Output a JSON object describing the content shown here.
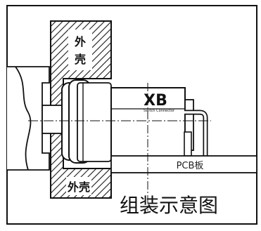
{
  "labels": {
    "housing_top": "外壳",
    "housing_bottom": "外壳",
    "pcb": "PCB板",
    "caption": "组装示意图"
  },
  "brand": {
    "mark": "XB",
    "subtitle": "Switch Connector"
  },
  "colors": {
    "ink": "#111111",
    "hatch": "#1a1a1a",
    "background": "#ffffff"
  }
}
